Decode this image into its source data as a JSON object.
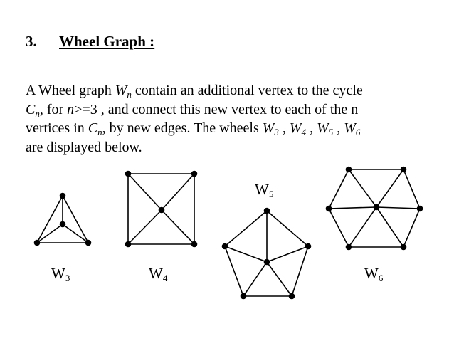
{
  "heading": {
    "number": "3.",
    "title": "Wheel  Graph :"
  },
  "paragraph": {
    "line1": {
      "a": " A Wheel graph ",
      "W": "W",
      "n": "n",
      "b": " contain an additional vertex to the cycle"
    },
    "line2": {
      "C": "C",
      "n": "n",
      "a": ", for ",
      "cond": "n",
      "b": ">=3 , and connect this new vertex to each of the n"
    },
    "line3": {
      "a": "vertices in ",
      "C": "C",
      "n": "n",
      "b": ", by new edges. The wheels ",
      "w3": "W",
      "s3": "3",
      "sep1": " , ",
      "w4": "W",
      "s4": "4",
      "sep2": " , ",
      "w5": "W",
      "s5": "5",
      "sep3": " , ",
      "w6": "W",
      "s6": "6"
    },
    "line4": "are displayed below."
  },
  "labels": {
    "w3": {
      "letter": "W",
      "sub": "3"
    },
    "w4": {
      "letter": "W",
      "sub": "4"
    },
    "w5": {
      "letter": "W",
      "sub": "5"
    },
    "w6": {
      "letter": "W",
      "sub": "6"
    }
  }
}
